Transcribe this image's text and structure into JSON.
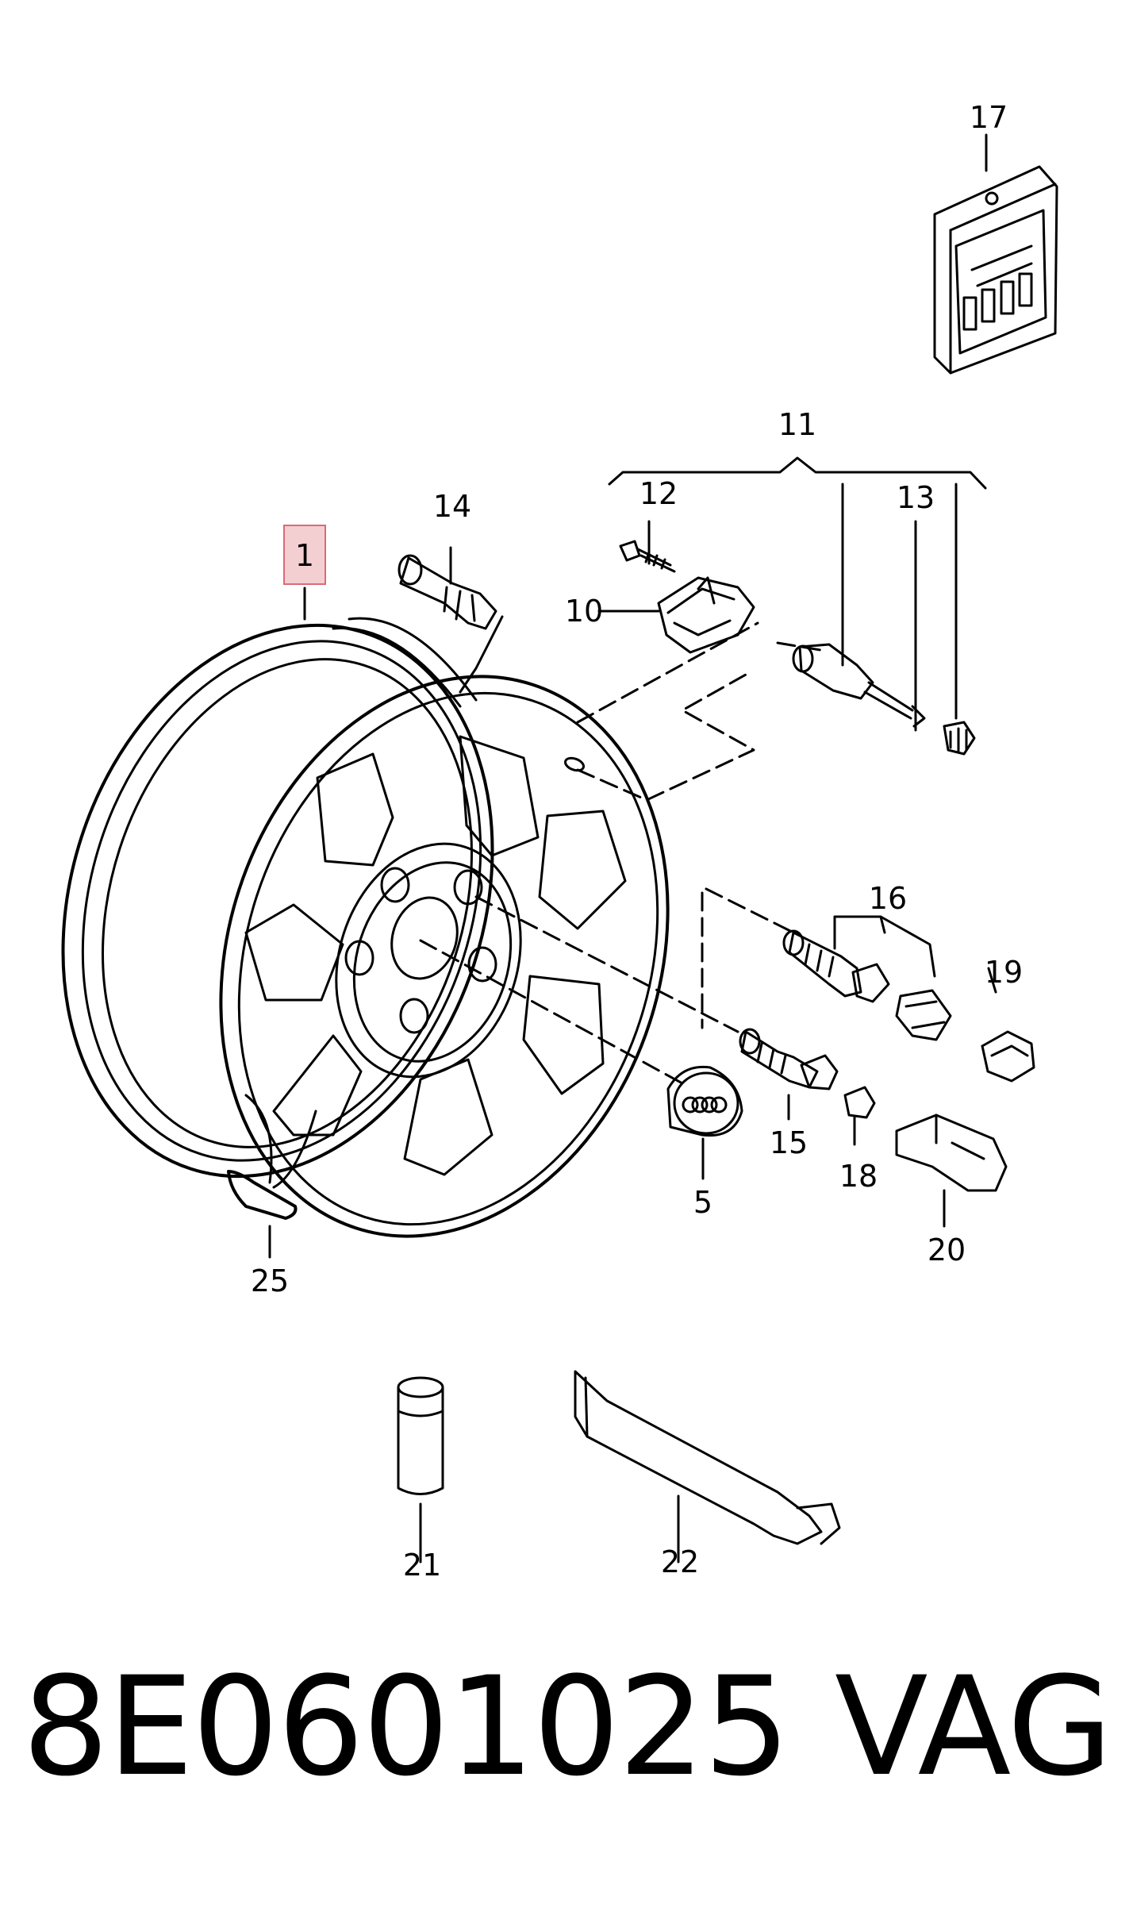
{
  "diagram": {
    "callouts": {
      "c1": "1",
      "c5": "5",
      "c10": "10",
      "c11": "11",
      "c12": "12",
      "c13": "13",
      "c14": "14",
      "c15": "15",
      "c16": "16",
      "c17": "17",
      "c18": "18",
      "c19": "19",
      "c20": "20",
      "c21": "21",
      "c22": "22",
      "c25": "25"
    },
    "highlighted_callout": "1",
    "highlight_color": "#f4cfd2"
  },
  "footer": {
    "part_number": "8E0601025",
    "brand": "VAG"
  }
}
